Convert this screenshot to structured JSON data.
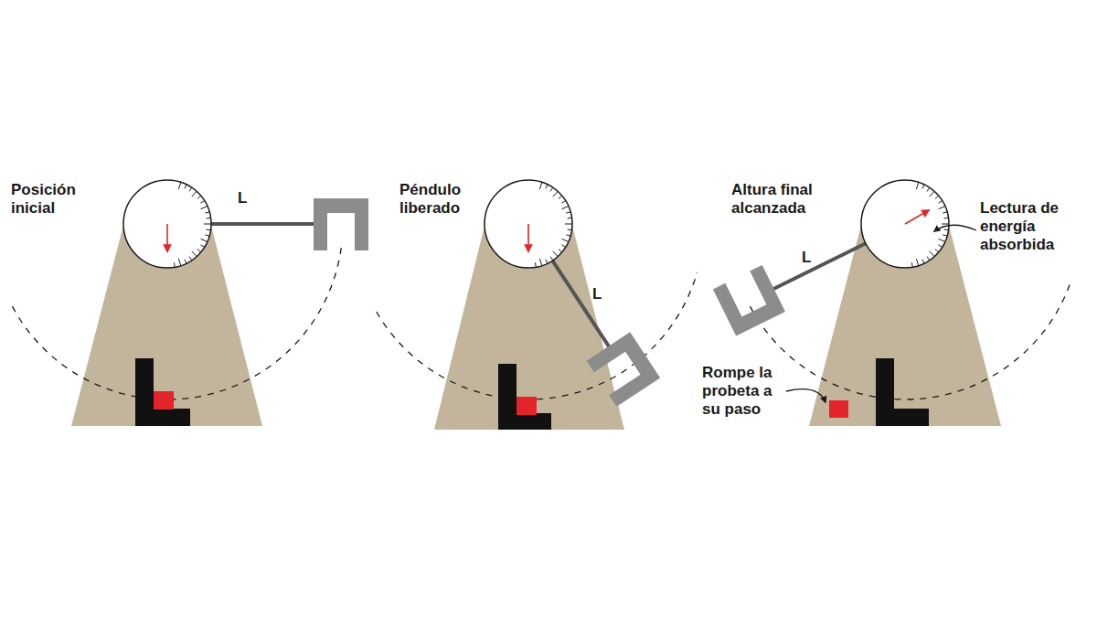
{
  "diagram": {
    "labels": [
      "Posición inicial",
      "L",
      "Péndulo liberado",
      "L",
      "Altura final alcanzada",
      "L",
      "Lectura de energía absorbida",
      "Rompe la probeta a su paso"
    ]
  }
}
